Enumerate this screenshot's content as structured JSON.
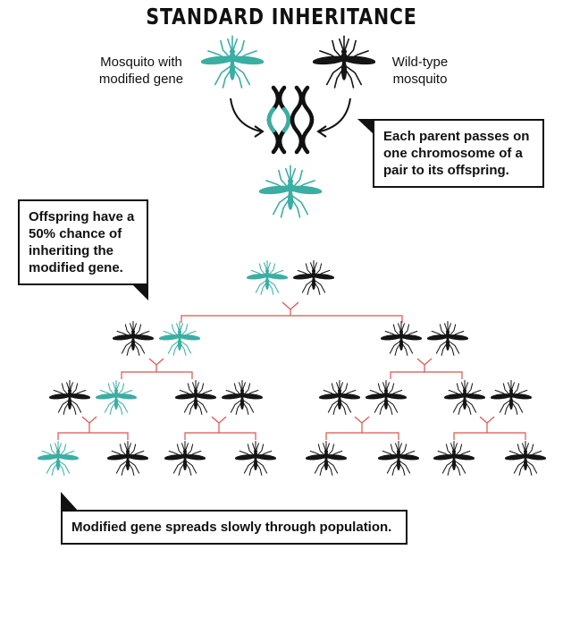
{
  "title": "STANDARD INHERITANCE",
  "parents": {
    "modified_label": "Mosquito with modified gene",
    "wild_label": "Wild-type mosquito"
  },
  "callouts": {
    "parents_pass": "Each parent passes on one chromosome of a pair to its offspring.",
    "offspring_chance": "Offspring have a 50% chance of inheriting the modified gene.",
    "spreads_slowly": "Modified gene spreads slowly through population."
  },
  "colors": {
    "modified": "#3aaea3",
    "wild": "#151515",
    "connector": "#d9534f",
    "text": "#111111"
  },
  "icons": {
    "mosquito": "mosquito-icon",
    "chromosome": "chromosome-icon",
    "arrow": "curved-arrow-icon"
  }
}
